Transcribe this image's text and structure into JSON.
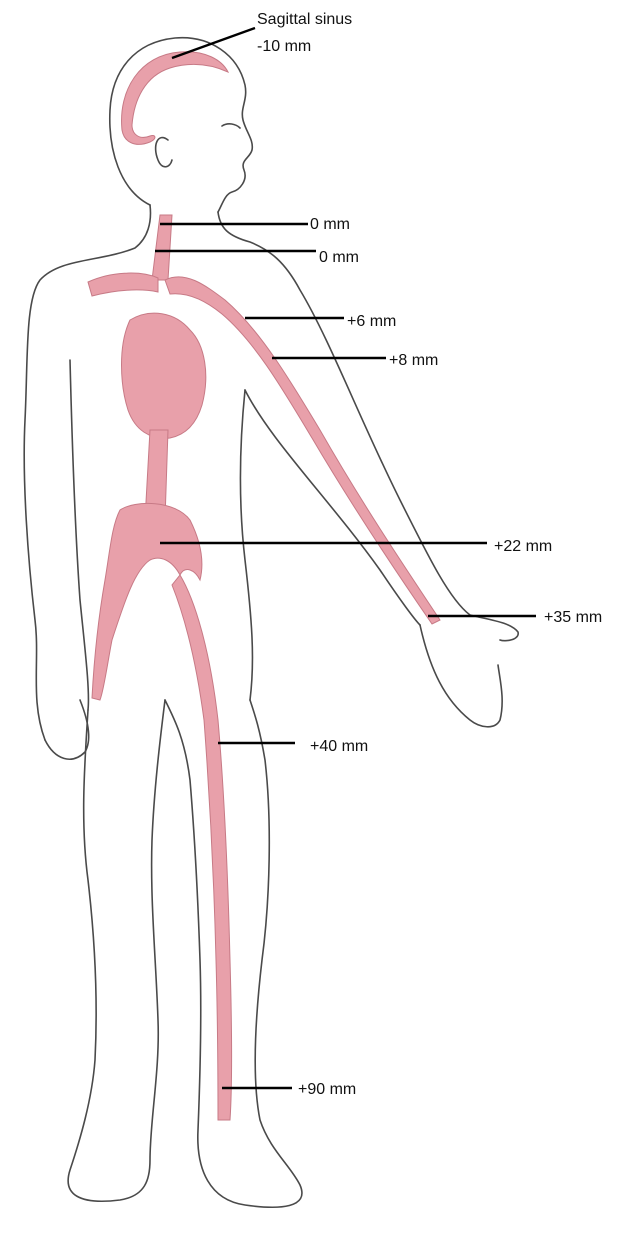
{
  "colors": {
    "vessel": "#e8a0aa",
    "outline": "#4a4a4a",
    "leader": "#000000",
    "background": "#ffffff"
  },
  "labels": {
    "sagittal_sinus_name": "Sagittal sinus",
    "sagittal_sinus_value": "-10 mm",
    "neck_upper": "0 mm",
    "neck_lower": "0 mm",
    "shoulder": "+6 mm",
    "upper_arm": "+8 mm",
    "abdomen": "+22 mm",
    "wrist": "+35 mm",
    "thigh": "+40 mm",
    "ankle": "+90 mm"
  }
}
